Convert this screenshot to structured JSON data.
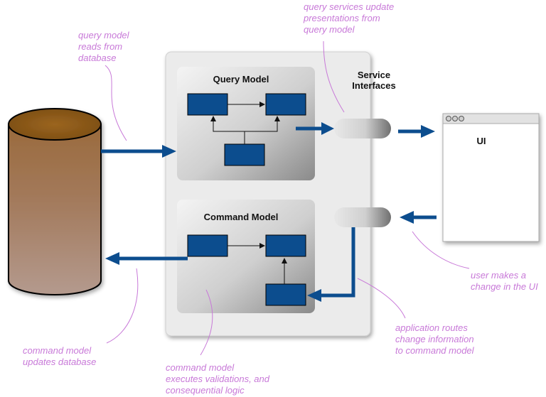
{
  "labels": {
    "query_model": "Query Model",
    "command_model": "Command Model",
    "service_interfaces": [
      "Service",
      "Interfaces"
    ],
    "ui": "UI"
  },
  "annotations": {
    "query_reads": [
      "query model",
      "reads from",
      "database"
    ],
    "query_services": [
      "query services update",
      "presentations from",
      "query model"
    ],
    "user_change": [
      "user makes a",
      "change in the UI"
    ],
    "app_routes": [
      "application routes",
      "change information",
      "to command model"
    ],
    "command_updates": [
      "command model",
      "updates database"
    ],
    "command_executes": [
      "command model",
      "executes validations, and",
      "consequential logic"
    ]
  },
  "colors": {
    "arrow": "#0c4d8e",
    "box": "#0c4d8e",
    "annotation": "#c879d8",
    "database_top": "#8b5a14",
    "database_body": "#a06e45"
  }
}
